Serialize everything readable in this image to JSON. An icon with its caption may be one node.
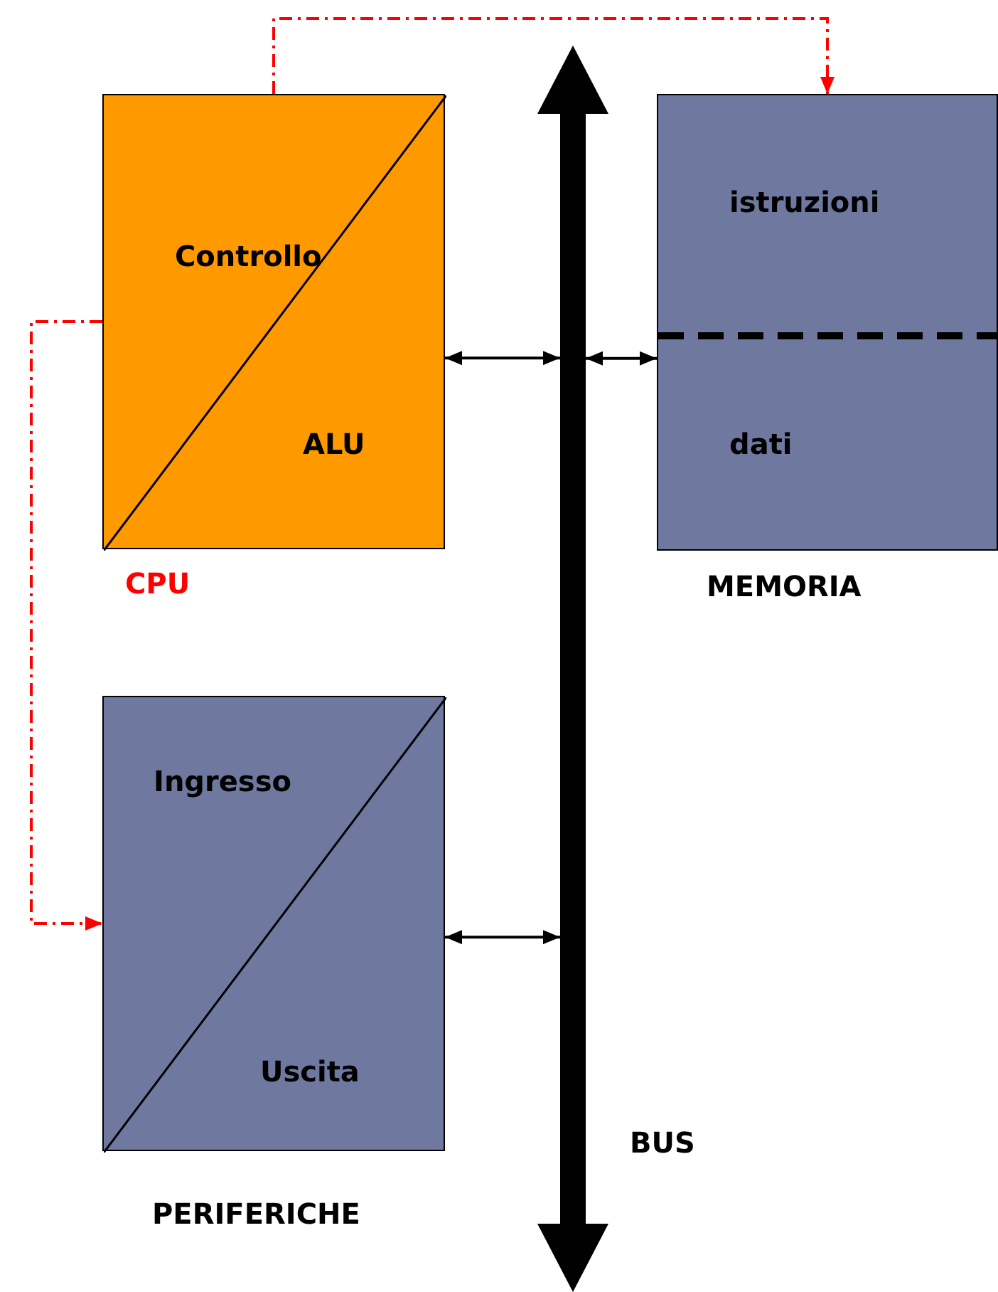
{
  "diagram": {
    "nodes": [
      {
        "text": [
          "Controllo",
          "ALU"
        ],
        "beside": [
          "CPU"
        ]
      },
      {
        "text": [
          "istruzioni",
          "dati"
        ],
        "beside": [
          "MEMORIA"
        ]
      },
      {
        "text": [
          "Ingresso",
          "Uscita"
        ],
        "beside": [
          "PERIFERICHE"
        ]
      },
      {
        "text": [],
        "shape": "bar",
        "beside": [
          "BUS"
        ]
      }
    ],
    "edges": [
      {
        "from": 0,
        "to": 1,
        "arrow": "to",
        "style": "dashed",
        "color": "#ff0000"
      },
      {
        "from": 0,
        "to": 2,
        "arrow": "to",
        "style": "dashed",
        "color": "#ff0000"
      },
      {
        "from": 0,
        "to": 3,
        "arrow": "both"
      },
      {
        "from": 3,
        "to": 1,
        "arrow": "both"
      },
      {
        "from": 2,
        "to": 3,
        "arrow": "both"
      }
    ]
  }
}
